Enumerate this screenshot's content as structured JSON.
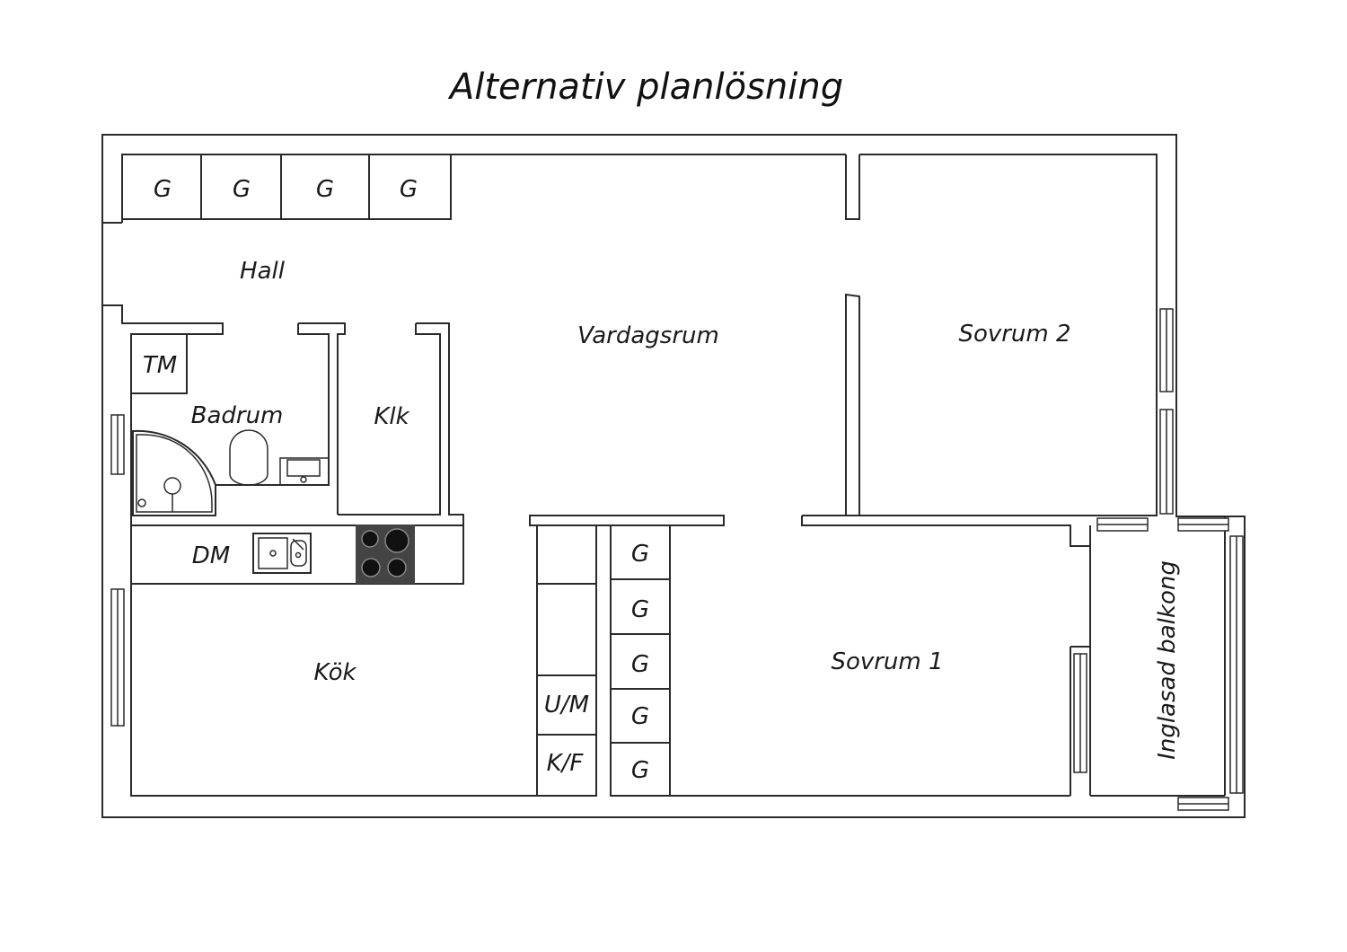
{
  "title": "Alternativ planlösning",
  "rooms": {
    "hall": "Hall",
    "vardagsrum": "Vardagsrum",
    "sovrum2": "Sovrum 2",
    "sovrum1": "Sovrum 1",
    "badrum": "Badrum",
    "klk": "Klk",
    "kok": "Kök",
    "balkong": "Inglasad balkong"
  },
  "fixtures": {
    "tm": "TM",
    "dm": "DM",
    "um": "U/M",
    "kf": "K/F"
  },
  "wardrobes_top": [
    "G",
    "G",
    "G",
    "G"
  ],
  "wardrobes_side": [
    "G",
    "G",
    "G",
    "G",
    "G"
  ],
  "colors": {
    "wall": "#2a2a2a",
    "stove": "#444444",
    "background": "#ffffff"
  }
}
